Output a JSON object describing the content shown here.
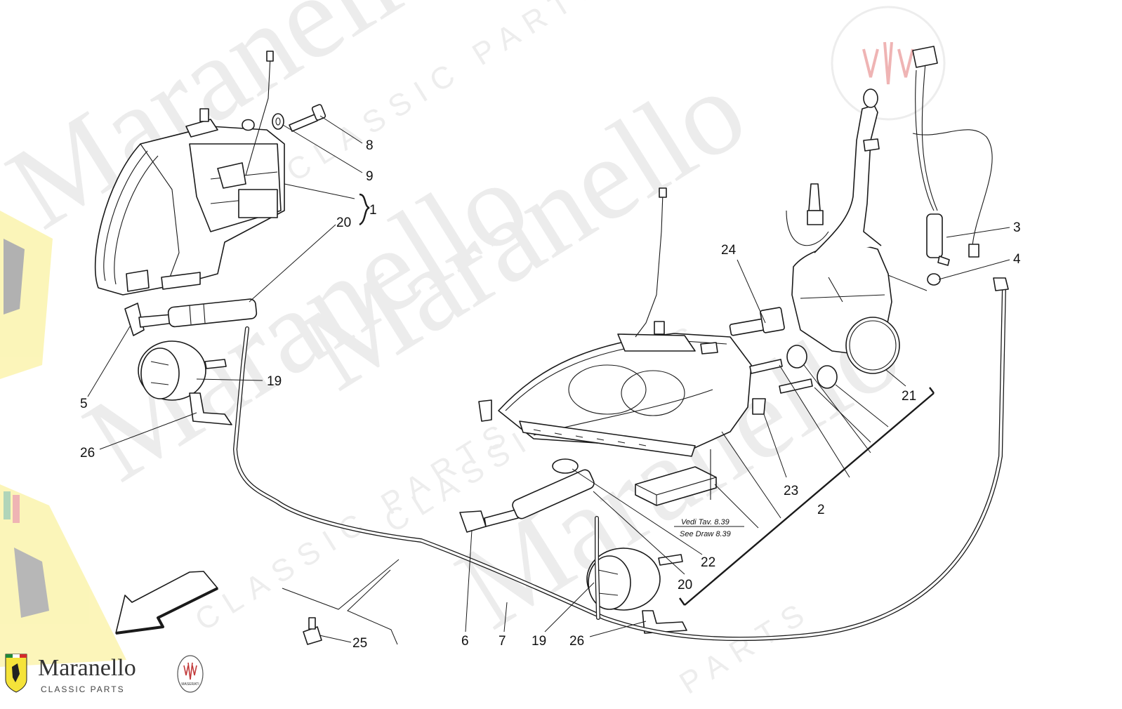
{
  "diagram": {
    "callouts": [
      "1",
      "2",
      "3",
      "4",
      "5",
      "6",
      "7",
      "8",
      "9",
      "19",
      "20",
      "21",
      "22",
      "23",
      "24",
      "25",
      "26"
    ],
    "labels": {
      "c8": "8",
      "c9": "9",
      "c1": "1",
      "c20a": "20",
      "c19a": "19",
      "c5": "5",
      "c26a": "26",
      "c3": "3",
      "c4": "4",
      "c24": "24",
      "c21": "21",
      "c23": "23",
      "c2": "2",
      "c22": "22",
      "c20b": "20",
      "c6": "6",
      "c7": "7",
      "c19b": "19",
      "c26b": "26",
      "c25": "25"
    },
    "reference_note": {
      "line1": "Vedi Tav. 8.39",
      "line2": "See Draw 8.39"
    }
  },
  "branding": {
    "name": "Maranello",
    "tagline": "CLASSIC PARTS",
    "badge_text": "MASERATI"
  },
  "watermark": {
    "words": [
      "Maranello",
      "Maranello",
      "Maranello",
      "Maranello"
    ],
    "small": [
      "CLASSIC PARTS",
      "CLASSIC PARTS",
      "CLASSIC PARTS",
      "PARTS"
    ]
  },
  "colors": {
    "line": "#1a1a1a",
    "watermark": "#ececec",
    "badge_yellow": "#f5e33a",
    "badge_red": "#d42a2a",
    "badge_green": "#1f8a3a"
  }
}
